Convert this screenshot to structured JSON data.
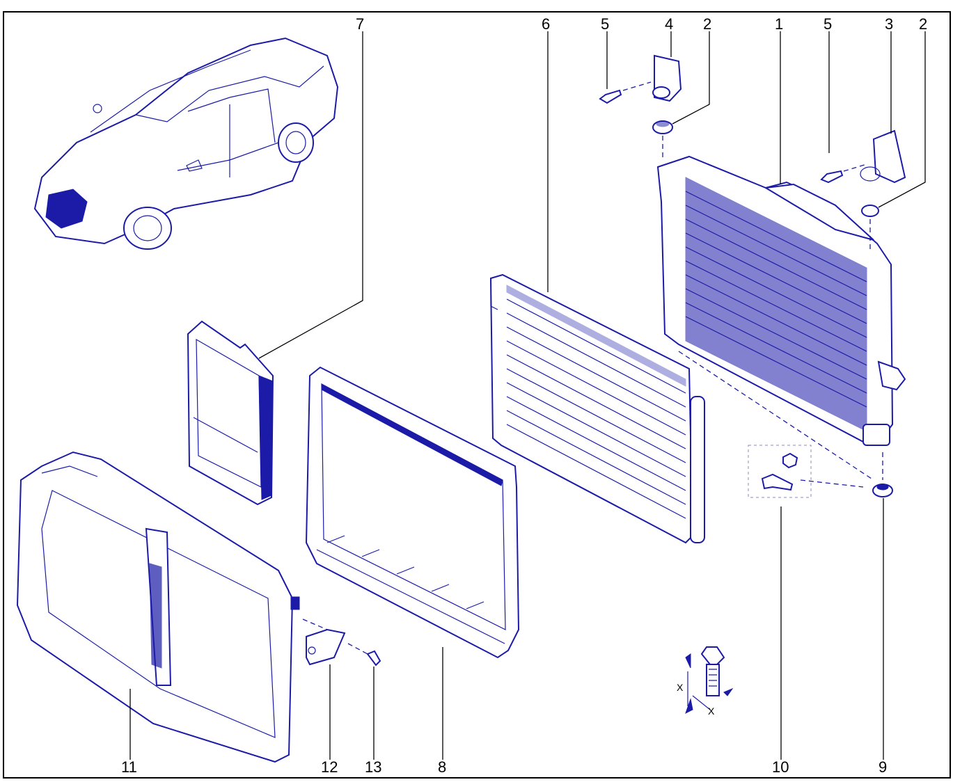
{
  "diagram": {
    "colors": {
      "part_line": "#1b1ba8",
      "frame": "#000000",
      "background": "#ffffff"
    },
    "callouts": [
      "7",
      "6",
      "5",
      "4",
      "2",
      "1",
      "5",
      "3",
      "2",
      "11",
      "12",
      "13",
      "8",
      "10",
      "9"
    ],
    "torque_symbol_labels": [
      "X",
      "X"
    ]
  }
}
